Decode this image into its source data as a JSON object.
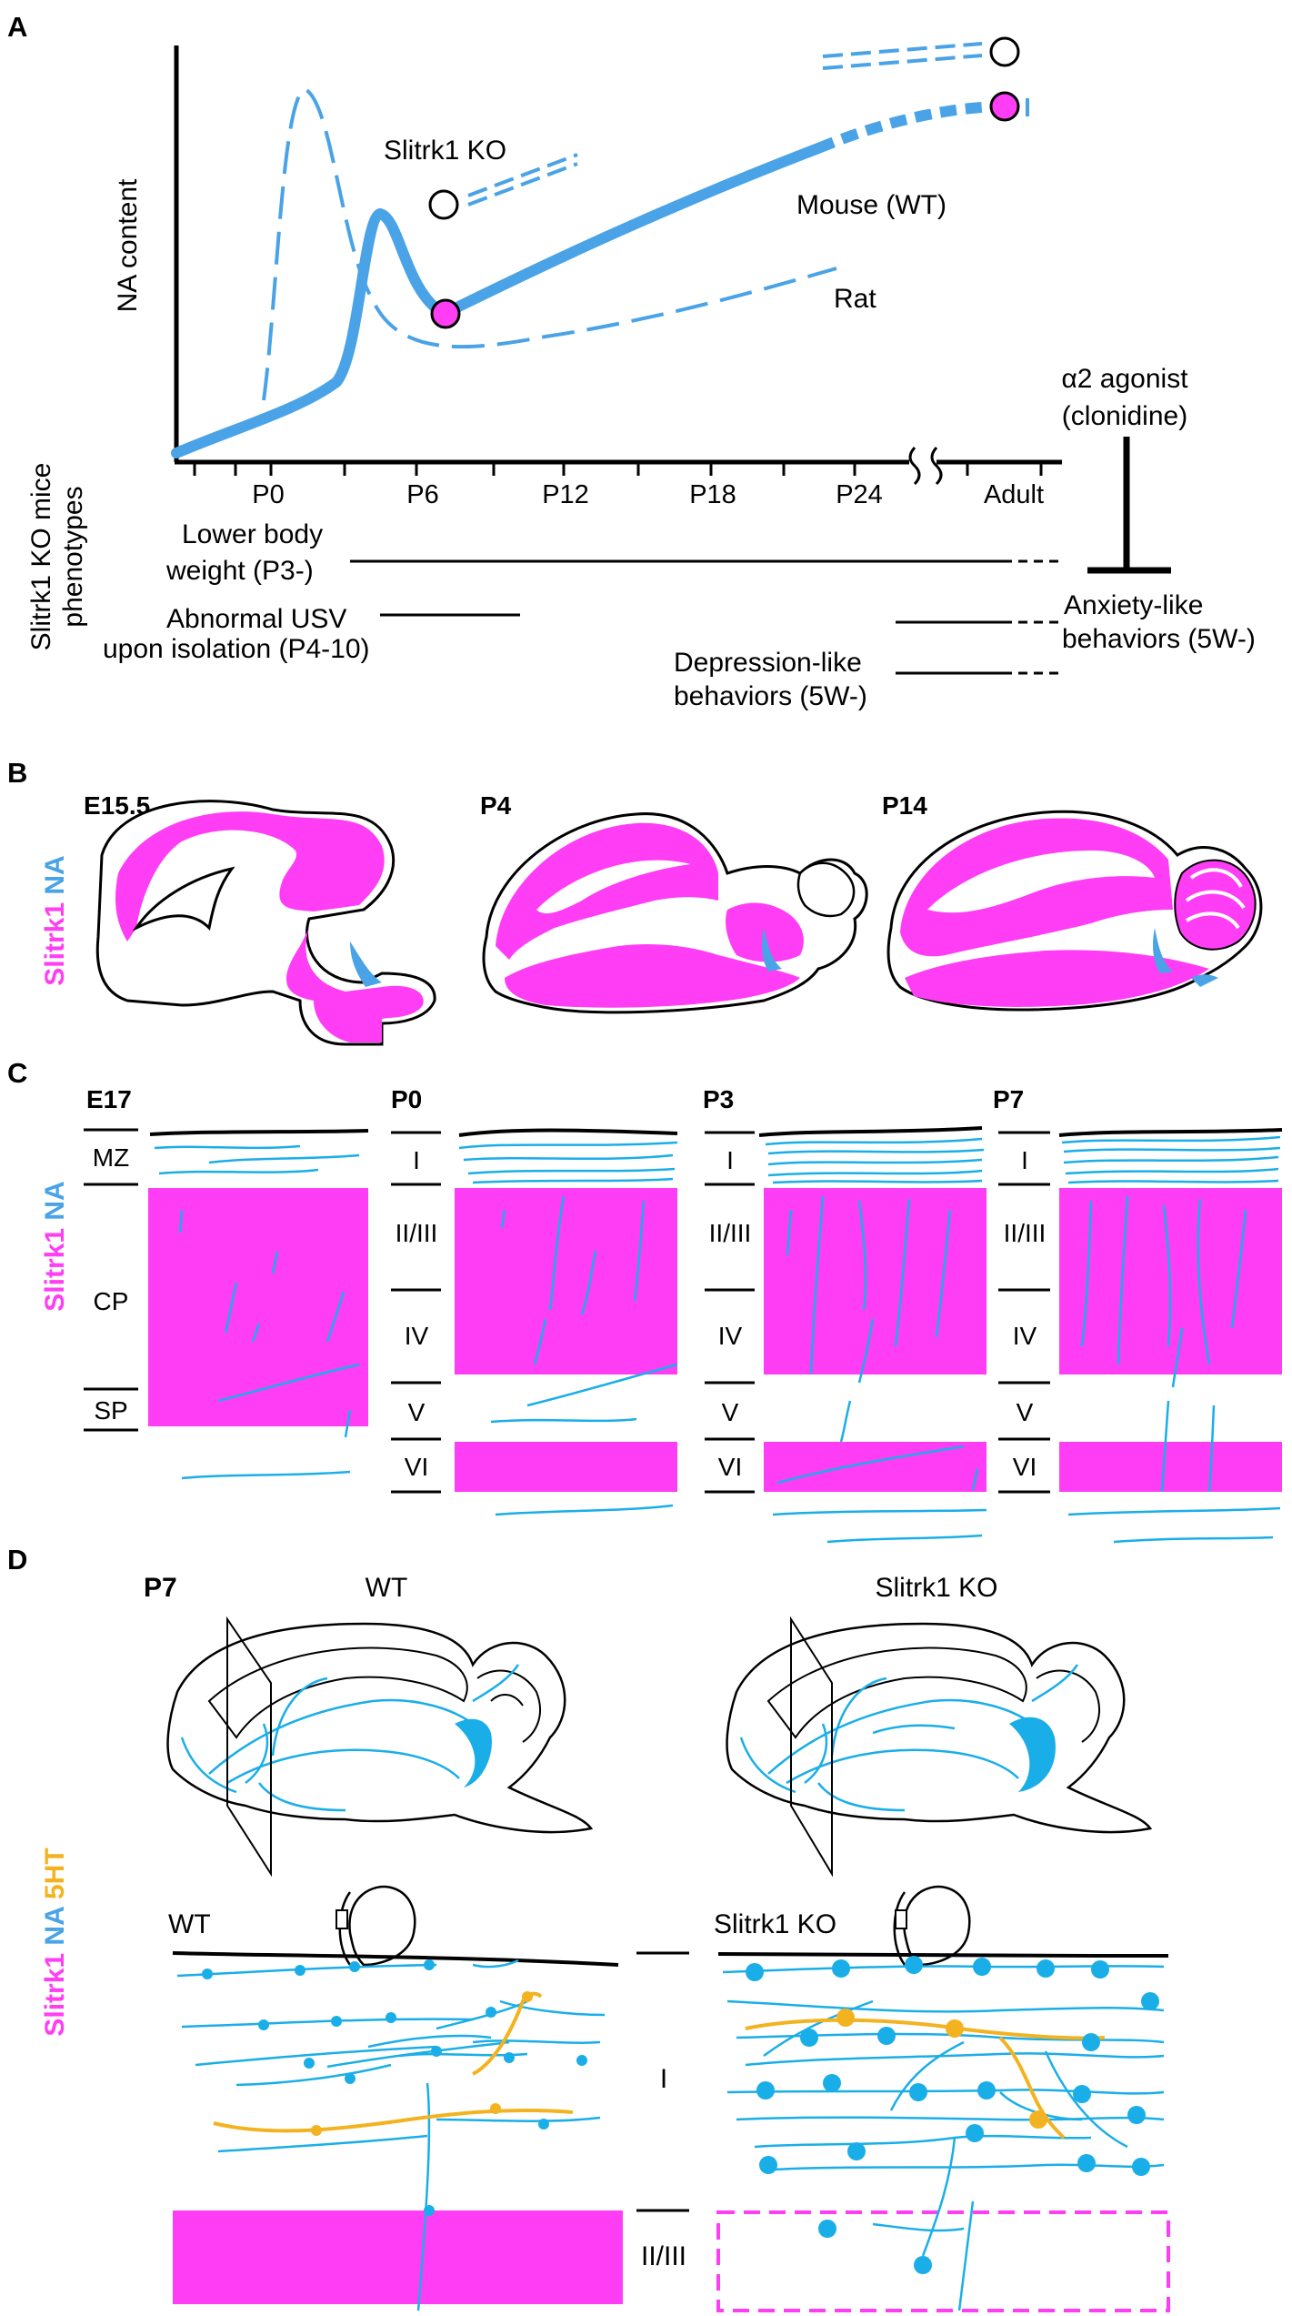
{
  "colors": {
    "magenta": "#ff3df4",
    "na_blue": "#4aa3e6",
    "fiber_blue": "#1aaee8",
    "orange": "#f3b320"
  },
  "panel_labels": {
    "a": "A",
    "b": "B",
    "c": "C",
    "d": "D"
  },
  "panel_a": {
    "ylabel": "NA content",
    "x_ticks": [
      "P0",
      "P6",
      "P12",
      "P18",
      "P24",
      "Adult"
    ],
    "curve_labels": {
      "ko": "Slitrk1 KO",
      "mouse": "Mouse (WT)",
      "rat": "Rat"
    },
    "agonist_line1": "α2 agonist",
    "agonist_line2": "(clonidine)",
    "phenotypes_line1": "Slitrk1 KO mice",
    "phenotypes_line2": "phenotypes",
    "weight_line1": "Lower body",
    "weight_line2": "weight (P3-)",
    "usv_line1": "Abnormal USV",
    "usv_line2": "upon isolation (P4-10)",
    "anxiety_line1": "Anxiety-like",
    "anxiety_line2": "behaviors (5W-)",
    "depression_line1": "Depression-like",
    "depression_line2": "behaviors (5W-)"
  },
  "panel_b": {
    "side_label_slitrk1": "Slitrk1",
    "side_label_na": "NA",
    "ages": [
      "E15.5",
      "P4",
      "P14"
    ]
  },
  "panel_c": {
    "side_label_slitrk1": "Slitrk1",
    "side_label_na": "NA",
    "ages": [
      "E17",
      "P0",
      "P3",
      "P7"
    ],
    "e17_layers": [
      "MZ",
      "CP",
      "SP"
    ],
    "layers": [
      "I",
      "II/III",
      "IV",
      "V",
      "VI"
    ]
  },
  "panel_d": {
    "side_label_slitrk1": "Slitrk1",
    "side_label_na": "NA",
    "side_label_5ht": "5HT",
    "age": "P7",
    "wt": "WT",
    "ko": "Slitrk1 KO",
    "layer_i": "I",
    "layer_ii_iii": "II/III"
  }
}
